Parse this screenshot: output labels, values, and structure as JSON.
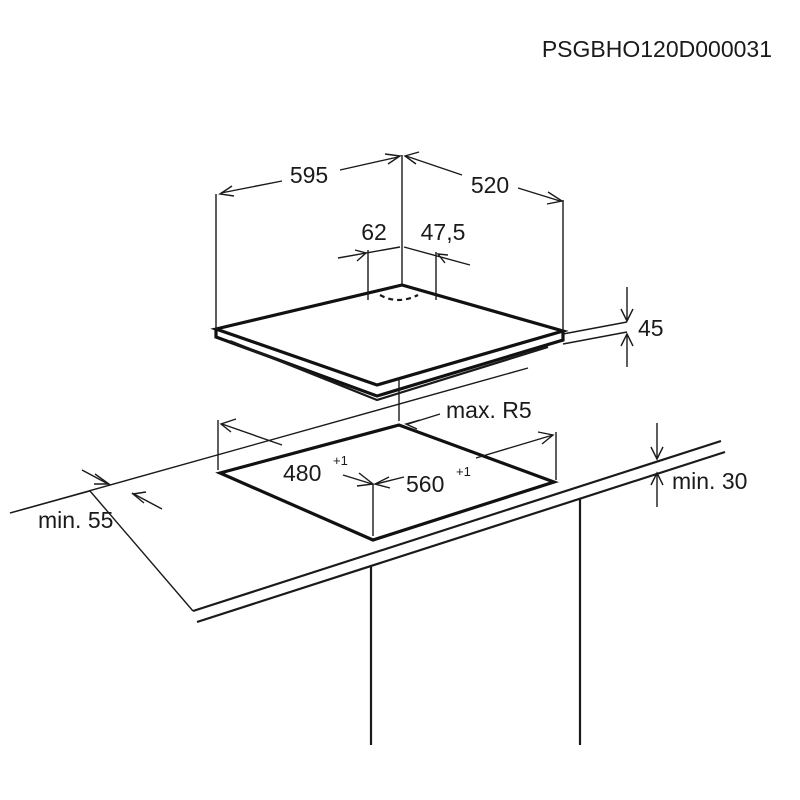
{
  "document_code": "PSGBHO120D000031",
  "dimensions": {
    "hob_width": "595",
    "hob_depth": "520",
    "hob_height": "45",
    "offset_left": "62",
    "offset_right": "47,5",
    "cutout_depth": "480",
    "cutout_depth_tol": "+1",
    "cutout_width": "560",
    "cutout_width_tol": "+1",
    "corner_radius": "max. R5",
    "edge_distance": "min. 55",
    "worktop_thickness": "min. 30"
  }
}
